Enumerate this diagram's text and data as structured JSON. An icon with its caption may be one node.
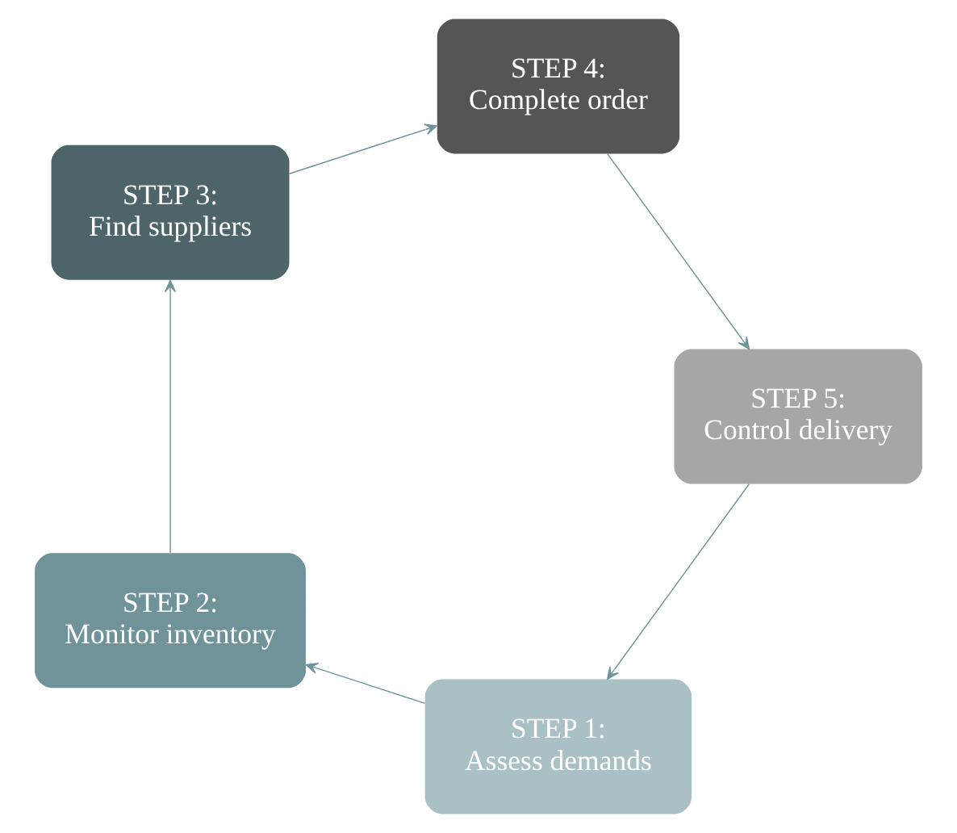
{
  "diagram": {
    "nodes": [
      {
        "text": [
          "STEP 1:",
          "Assess demands"
        ]
      },
      {
        "text": [
          "STEP 2:",
          "Monitor inventory"
        ]
      },
      {
        "text": [
          "STEP 3:",
          "Find suppliers"
        ]
      },
      {
        "text": [
          "STEP 4:",
          "Complete order"
        ]
      },
      {
        "text": [
          "STEP 5:",
          "Control delivery"
        ]
      }
    ],
    "edges": [
      {
        "from": 0,
        "to": 1,
        "arrow": "to"
      },
      {
        "from": 1,
        "to": 2,
        "arrow": "to"
      },
      {
        "from": 2,
        "to": 3,
        "arrow": "to"
      },
      {
        "from": 3,
        "to": 4,
        "arrow": "to"
      },
      {
        "from": 4,
        "to": 0,
        "arrow": "to"
      }
    ]
  }
}
